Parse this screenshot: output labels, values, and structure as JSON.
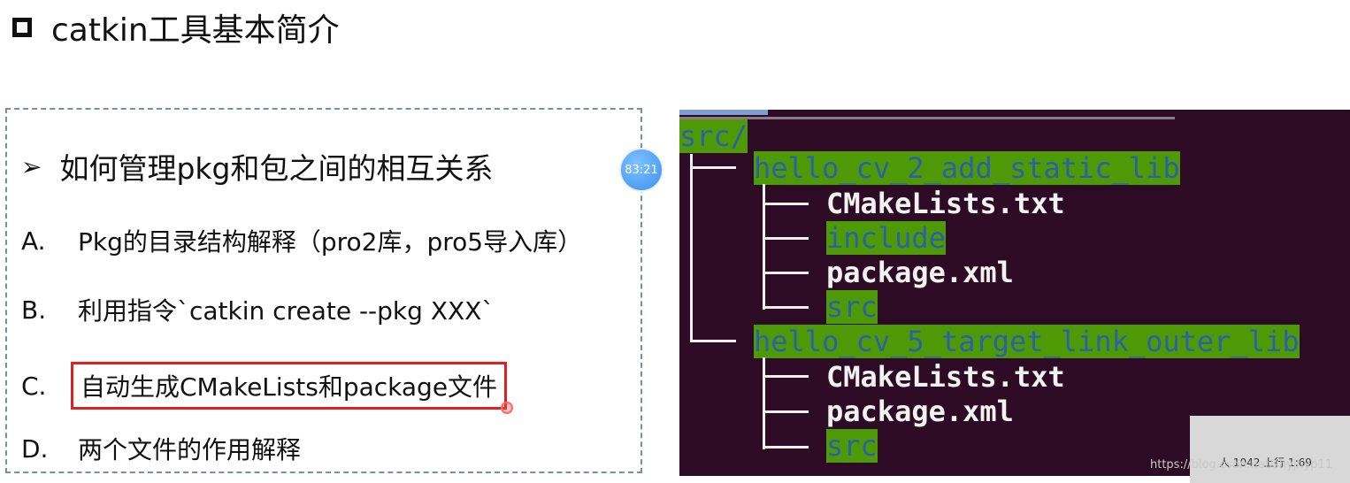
{
  "header": {
    "title": "catkin工具基本简介"
  },
  "list": {
    "heading": "如何管理pkg和包之间的相互关系",
    "items": [
      {
        "letter": "A.",
        "text": "Pkg的目录结构解释（pro2库，pro5导入库）"
      },
      {
        "letter": "B.",
        "text": "利用指令`catkin create --pkg XXX`"
      },
      {
        "letter": "C.",
        "text": "自动生成CMakeLists和package文件"
      },
      {
        "letter": "D.",
        "text": "两个文件的作用解释"
      }
    ]
  },
  "video": {
    "timestamp": "83:21"
  },
  "terminal": {
    "root": "src/",
    "pkg1": {
      "name": "hello_cv_2_add_static_lib",
      "children": [
        "CMakeLists.txt",
        "include",
        "package.xml",
        "src"
      ]
    },
    "pkg2": {
      "name": "hello_cv_5_target_link_outer_lib",
      "children": [
        "CMakeLists.txt",
        "package.xml",
        "src"
      ]
    }
  },
  "status": {
    "text": "人 1042  上行 1:69"
  },
  "watermark": "https://blog.csdn.net/shyjhyp11"
}
